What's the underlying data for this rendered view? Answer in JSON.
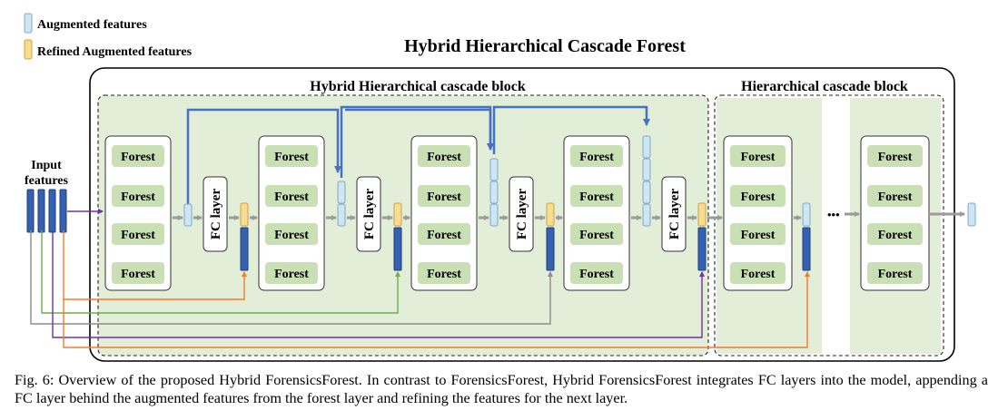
{
  "legend": {
    "augmented": {
      "label": "Augmented features",
      "color": "#cde6f2"
    },
    "refined": {
      "label": "Refined Augmented features",
      "color": "#f9dc8f"
    }
  },
  "title": "Hybrid Hierarchical Cascade Forest",
  "hybrid_block_label": "Hybrid Hierarchical cascade block",
  "cascade_block_label": "Hierarchical cascade block",
  "input_label": [
    "Input",
    "features"
  ],
  "forest_label": "Forest",
  "fc_label": "FC layer",
  "ellipsis": "•••",
  "caption": "Fig. 6: Overview of the proposed Hybrid ForensicsForest. In contrast to ForensicsForest, Hybrid ForensicsForest integrates FC layers into the model, appending a FC layer behind the augmented features from the forest layer and refining the features for the next layer.",
  "colors": {
    "block_fill": "#e3eed8",
    "forest_fill": "#c8e0b4",
    "input_blue": "#3561b3",
    "skip_blue": "#4472c4",
    "gray": "#8c8c8c",
    "green": "#70ad47",
    "orange": "#ed7d31",
    "purple": "#7030a0"
  }
}
